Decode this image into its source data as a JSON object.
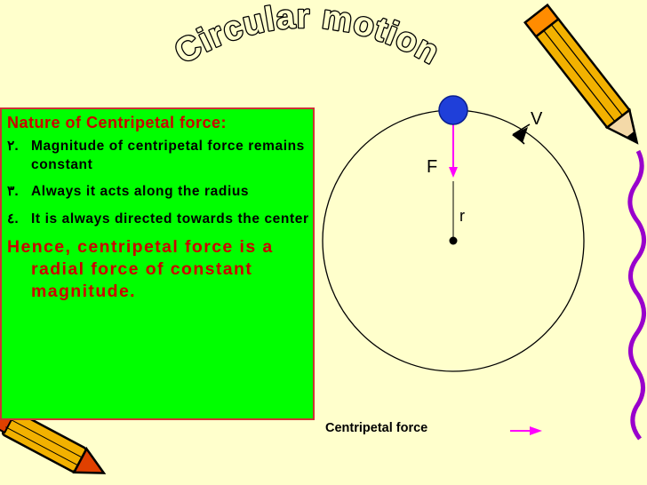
{
  "slide": {
    "title": "Circular motion",
    "panel": {
      "heading": "Nature of Centripetal force:",
      "items": [
        {
          "number": "٢.",
          "text": "Magnitude of centripetal force remains constant"
        },
        {
          "number": "٣.",
          "text": "Always it acts along the radius"
        },
        {
          "number": "٤.",
          "text": "It is always directed towards the center"
        }
      ],
      "conclusion": "Hence, centripetal force is a radial force of constant magnitude."
    },
    "diagram": {
      "force_label": "F",
      "radius_label": "r",
      "velocity_label": "V",
      "legend_label": "Centripetal force"
    }
  },
  "colors": {
    "background": "#FFFFCC",
    "panel_fill": "#00FF00",
    "panel_border": "#CC3333",
    "heading_text": "#CC0000",
    "ball": "#1F3FD9",
    "force_arrow": "#FF00FF"
  },
  "icons": [
    "pencil-icon",
    "crayon-icon"
  ]
}
